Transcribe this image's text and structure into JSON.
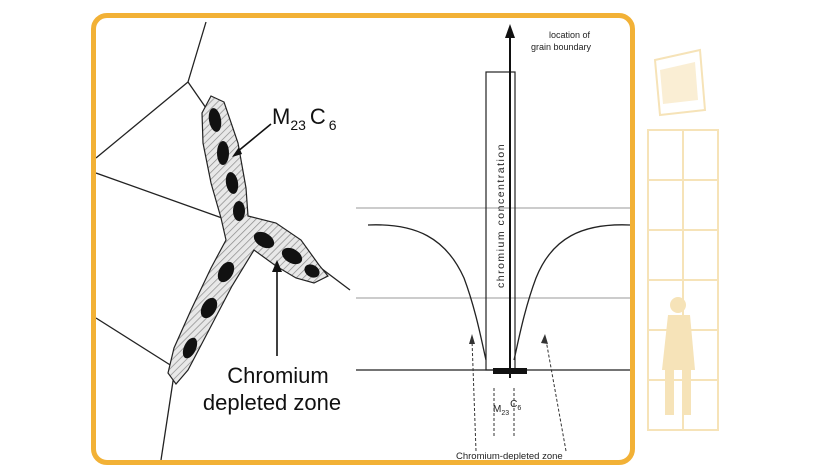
{
  "figure": {
    "left_panel": {
      "carbide_label_base": "M",
      "carbide_label_sub1": "23",
      "carbide_label_c": "C",
      "carbide_label_sub2": "6",
      "depleted_label_line1": "Chromium",
      "depleted_label_line2": "depleted zone"
    },
    "right_panel": {
      "grain_boundary_label_line1": "location of",
      "grain_boundary_label_line2": "grain boundary",
      "y_axis_label": "chromium concentration",
      "carbide_label_base": "M",
      "carbide_label_sub1": "23",
      "carbide_label_c": "C",
      "carbide_label_sub2": "6",
      "depleted_zone_label": "Chromium-depleted zone"
    }
  },
  "colors": {
    "frame": "#f2b136",
    "hatch_fill": "#d9d9d9",
    "carbide": "#111111",
    "watermark": "#f6e3b8"
  }
}
